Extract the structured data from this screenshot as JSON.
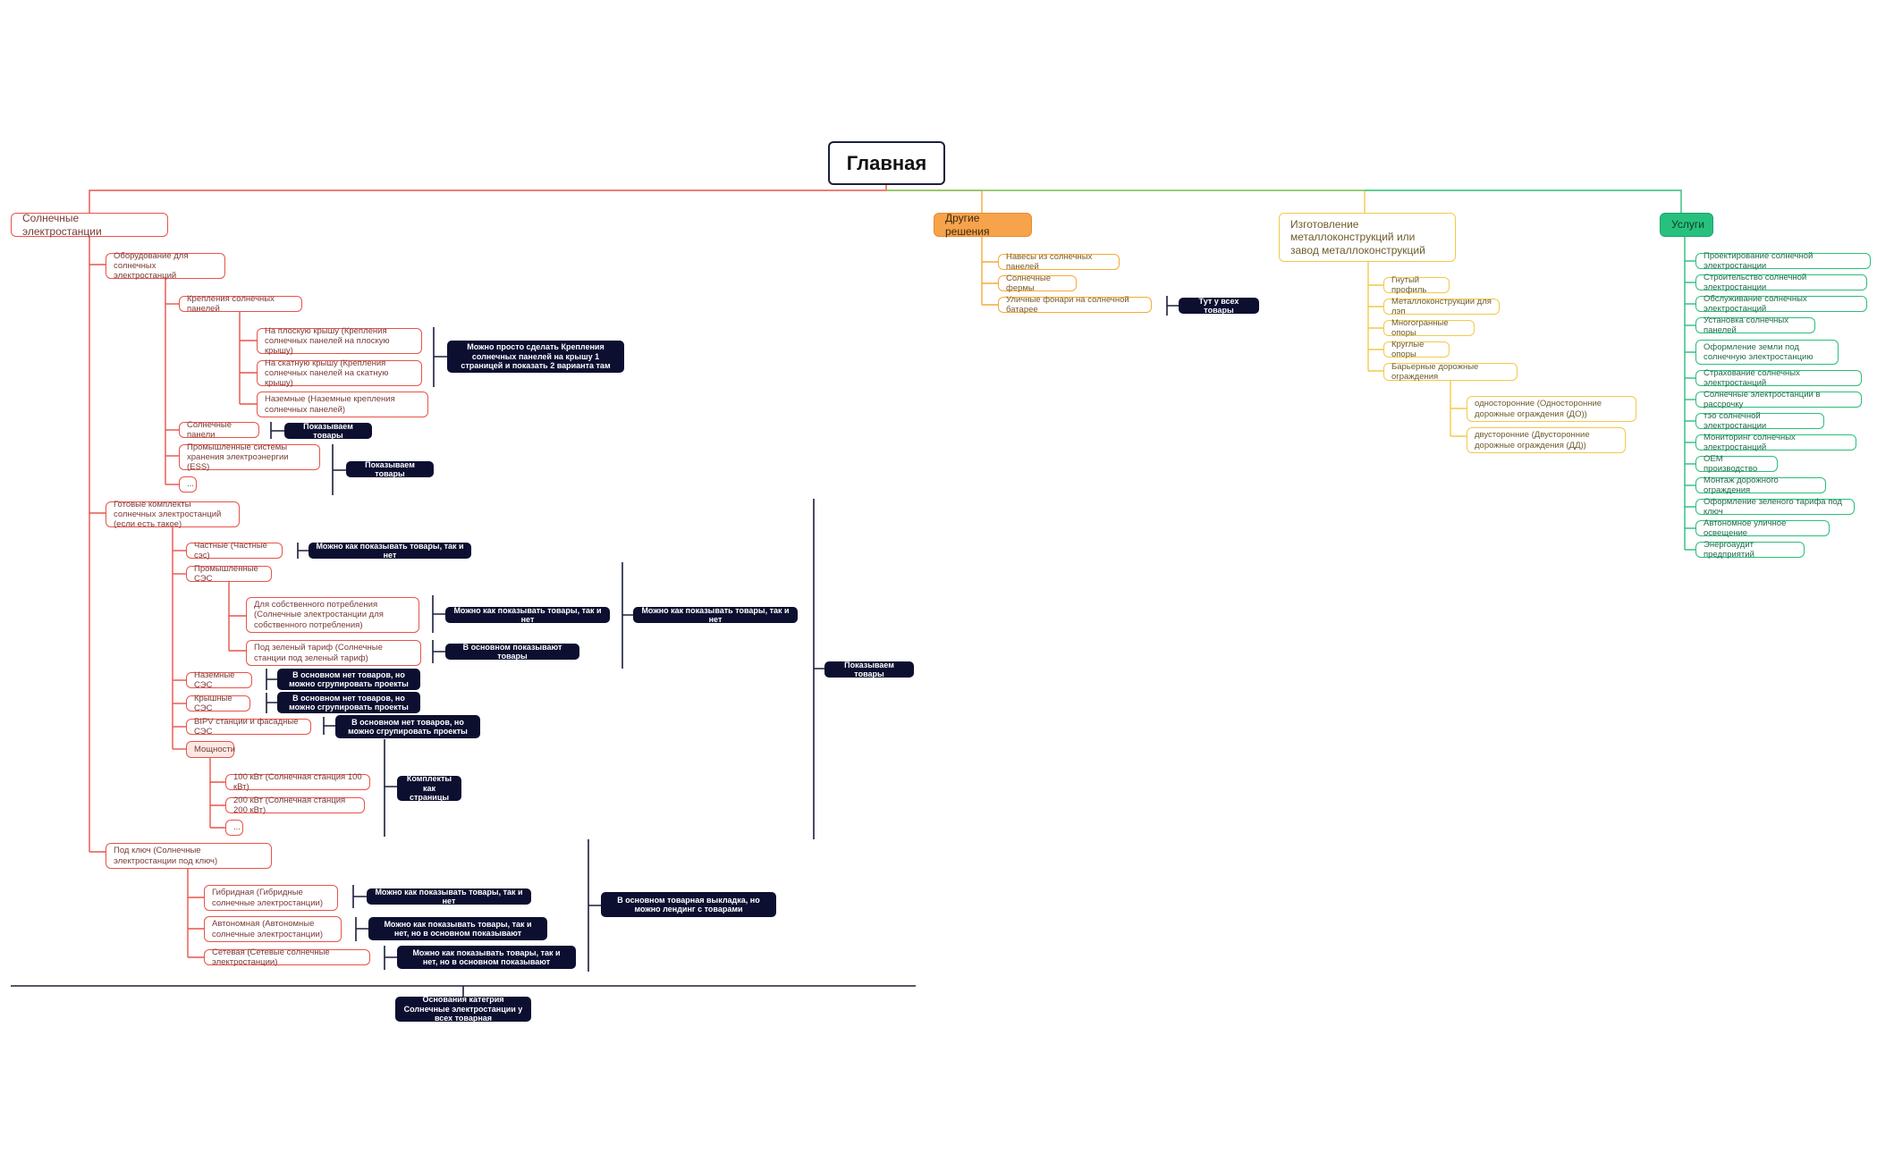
{
  "root": "Главная",
  "categories": {
    "solar": "Солнечные электростанции",
    "other": "Другие решения",
    "metal": "Изготовление металлоконструкций или завод металлоконструкций",
    "services": "Услуги"
  },
  "solar": {
    "equipment": "Оборудование для солнечных электростанций",
    "mounts": "Крепления солнечных панелей",
    "mount_flat": "На плоскую крышу (Крепления солнечных панелей на плоскую крышу)",
    "mount_pitched": "На скатную крышу (Крепления солнечных панелей на скатную крышу)",
    "mount_ground": "Наземные (Наземные крепления солнечных панелей)",
    "panels": "Солнечные панели",
    "ess": "Промышленные системы хранения электроэнергии (ESS)",
    "more1": "...",
    "kits": "Готовые комплекты солнечных электростанций (если есть такое)",
    "private": "Частные (Частные сэс)",
    "industrial": "Промышленные СЭС",
    "own_use": "Для собственного потребления (Солнечные электростанции для собственного потребления)",
    "green_tariff": "Под зеленый тариф (Солнечные станции под зеленый тариф)",
    "ground_ses": "Наземные СЭС",
    "roof_ses": "Крышные СЭС",
    "bipv": "BIPV станции и фасадные СЭС",
    "power": "Мощности",
    "p100": "100 кВт (Солнечная станция 100 кВт)",
    "p200": "200 кВт (Солнечная станция 200 кВт)",
    "more2": "...",
    "turnkey": "Под ключ (Солнечные электростанции под ключ)",
    "hybrid": "Гибридная (Гибридные солнечные электростанции)",
    "autonomous": "Автономная (Автономные солнечные электростанции)",
    "grid": "Сетевая (Сетевые солнечные электростанции)"
  },
  "notes": {
    "mounts_note": "Можно просто сделать Крепления солнечных панелей на крышу 1 страницей и показать 2 варианта там",
    "panels_note": "Показываем товары",
    "ess_note": "Показываем товары",
    "private_note": "Можно как показывать товары, так и нет",
    "own_use_note": "Можно как показывать товары, так и нет",
    "kits_note": "Можно как показывать товары, так и нет",
    "green_note": "В основном показывают товары",
    "ground_note": "В основном нет товаров, но можно сгрупировать проекты",
    "roof_note": "В основном нет товаров, но можно сгрупировать проекты",
    "bipv_note": "В основном нет товаров, но можно сгрупировать проекты",
    "power_note": "Комплекты как страницы",
    "big_note": "Показываем товары",
    "hybrid_note": "Можно как показывать товары, так и нет",
    "autonomous_note": "Можно как показывать товары, так и нет, но в основном показывают",
    "grid_note": "Можно как показывать товары, так и нет, но в основном показывают",
    "turnkey_note": "В основном товарная выкладка, но можно лендинг с товарами",
    "bottom_note": "Основания категрия Солнечные электростанции у всех товарная",
    "other_note": "Тут у всех товары"
  },
  "other": {
    "items": [
      "Навесы из солнечных панелей",
      "Солнечные фермы",
      "Уличные фонари на солнечной батарее"
    ]
  },
  "metal": {
    "items": [
      "Гнутый профиль",
      "Металлоконструкции для лэп",
      "Многогранные опоры",
      "Круглые опоры",
      "Барьерные дорожные ограждения"
    ],
    "one_sided": "односторонние (Односторонние дорожные ограждения (ДО))",
    "two_sided": "двусторонние (Двусторонние дорожные ограждения (ДД))"
  },
  "services": {
    "items": [
      "Проектирование солнечной электростанции",
      "Строительство солнечной электростанции",
      "Обслуживание солнечных электростанций",
      "Установка солнечных панелей",
      "Оформление земли под солнечную электростанцию",
      "Страхование солнечных электростанций",
      "Солнечные электростанции в рассрочку",
      "тэо солнечной электростанции",
      "Мониторинг солнечных электростанций",
      "OEM производство",
      "Монтаж дорожного ограждения",
      "Оформление зеленого тарифа под ключ",
      "Автономное уличное освещение",
      "Энергоаудит предприятий"
    ]
  },
  "colors": {
    "red": "#e8534a",
    "orange": "#f6a93b",
    "yellow": "#f2c94c",
    "green": "#2dbd7a",
    "navy": "#0c0f30"
  }
}
